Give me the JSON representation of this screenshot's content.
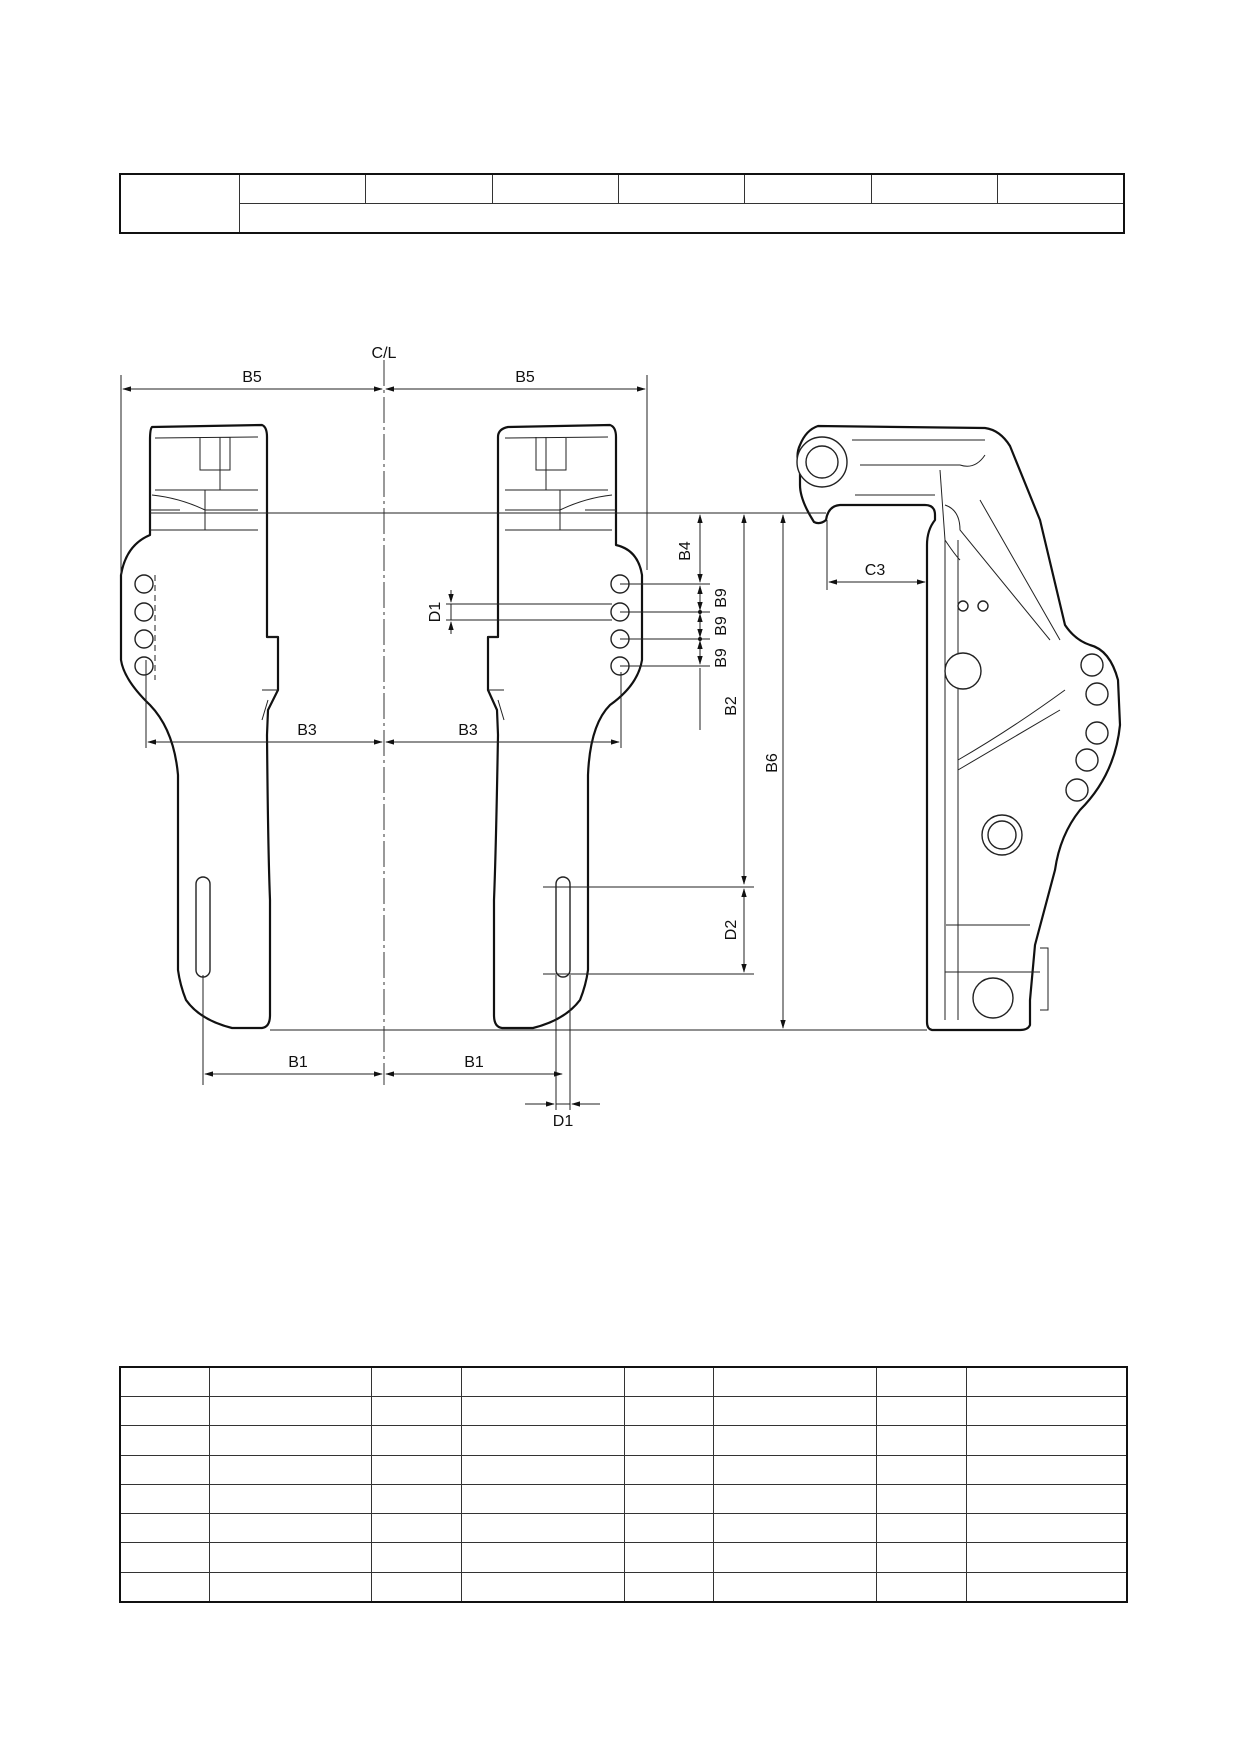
{
  "dimension_labels": {
    "centerline": "C/L",
    "b5_left": "B5",
    "b5_right": "B5",
    "b4": "B4",
    "b9_a": "B9",
    "b9_b": "B9",
    "b9_c": "B9",
    "d1_vertical": "D1",
    "c3": "C3",
    "b2": "B2",
    "b6": "B6",
    "b3_left": "B3",
    "b3_right": "B3",
    "d2": "D2",
    "b1_left": "B1",
    "b1_right": "B1",
    "d1_bottom": "D1"
  },
  "top_table": {
    "rows": 2,
    "columns": 8
  },
  "bottom_table": {
    "rows": 8,
    "columns": 8
  }
}
